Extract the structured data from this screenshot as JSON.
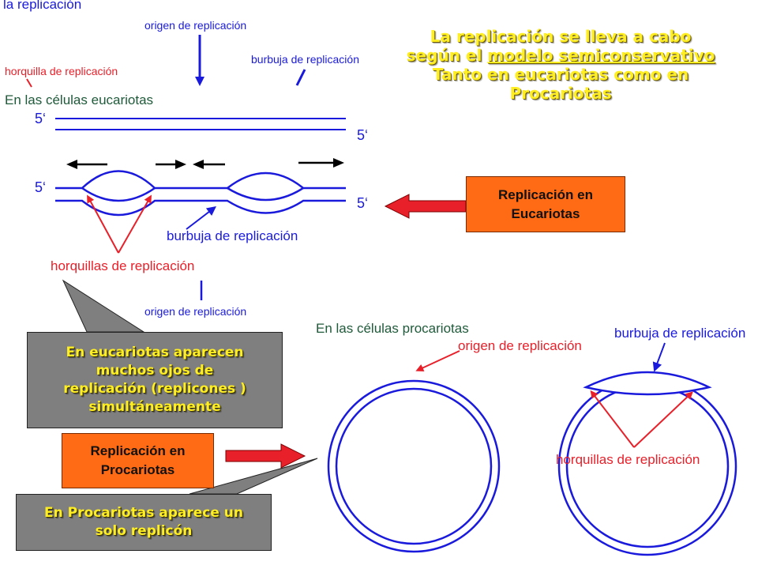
{
  "top_diagram": {
    "cut_title": "la replicación",
    "origin_label_top": "origen de replicación",
    "bubble_label_top": "burbuja de replicación",
    "fork_label_top": "horquilla de replicación",
    "cell_type_label": "En las células eucariotas",
    "prime_labels": [
      "5‘",
      "5‘",
      "5‘",
      "5‘"
    ],
    "bubble_label_bottom": "burbuja de replicación",
    "forks_label": "horquillas de replicación",
    "origin_label_bottom": "origen de replicación"
  },
  "headline": {
    "line1": "La replicación se lleva a cabo",
    "line2_prefix": "según el ",
    "line2_underlined": "modelo semiconservativo",
    "line3": "Tanto en eucariotas como en",
    "line4": "Procariotas"
  },
  "boxes": {
    "eukaryote": {
      "line1": "Replicación en",
      "line2": "Eucariotas"
    },
    "prokaryote": {
      "line1": "Replicación en",
      "line2": "Procariotas"
    }
  },
  "callouts": {
    "eukaryote": [
      "En eucariotas aparecen",
      "muchos ojos de",
      "replicación (replicones )",
      "simultáneamente"
    ],
    "prokaryote": [
      "En Procariotas aparece un",
      "solo replicón"
    ]
  },
  "bottom_diagram": {
    "cell_type_label": "En las células procariotas",
    "origin_label": "origen de replicación",
    "bubble_label": "burbuja de replicación",
    "forks_label": "horquillas de replicación"
  },
  "colors": {
    "dna_strand": "#1a1adc",
    "fork_arrow": "#e8202a",
    "box_fill": "#ff6a14",
    "callout_fill": "#7f7f7f",
    "headline_text": "#ffee22"
  }
}
